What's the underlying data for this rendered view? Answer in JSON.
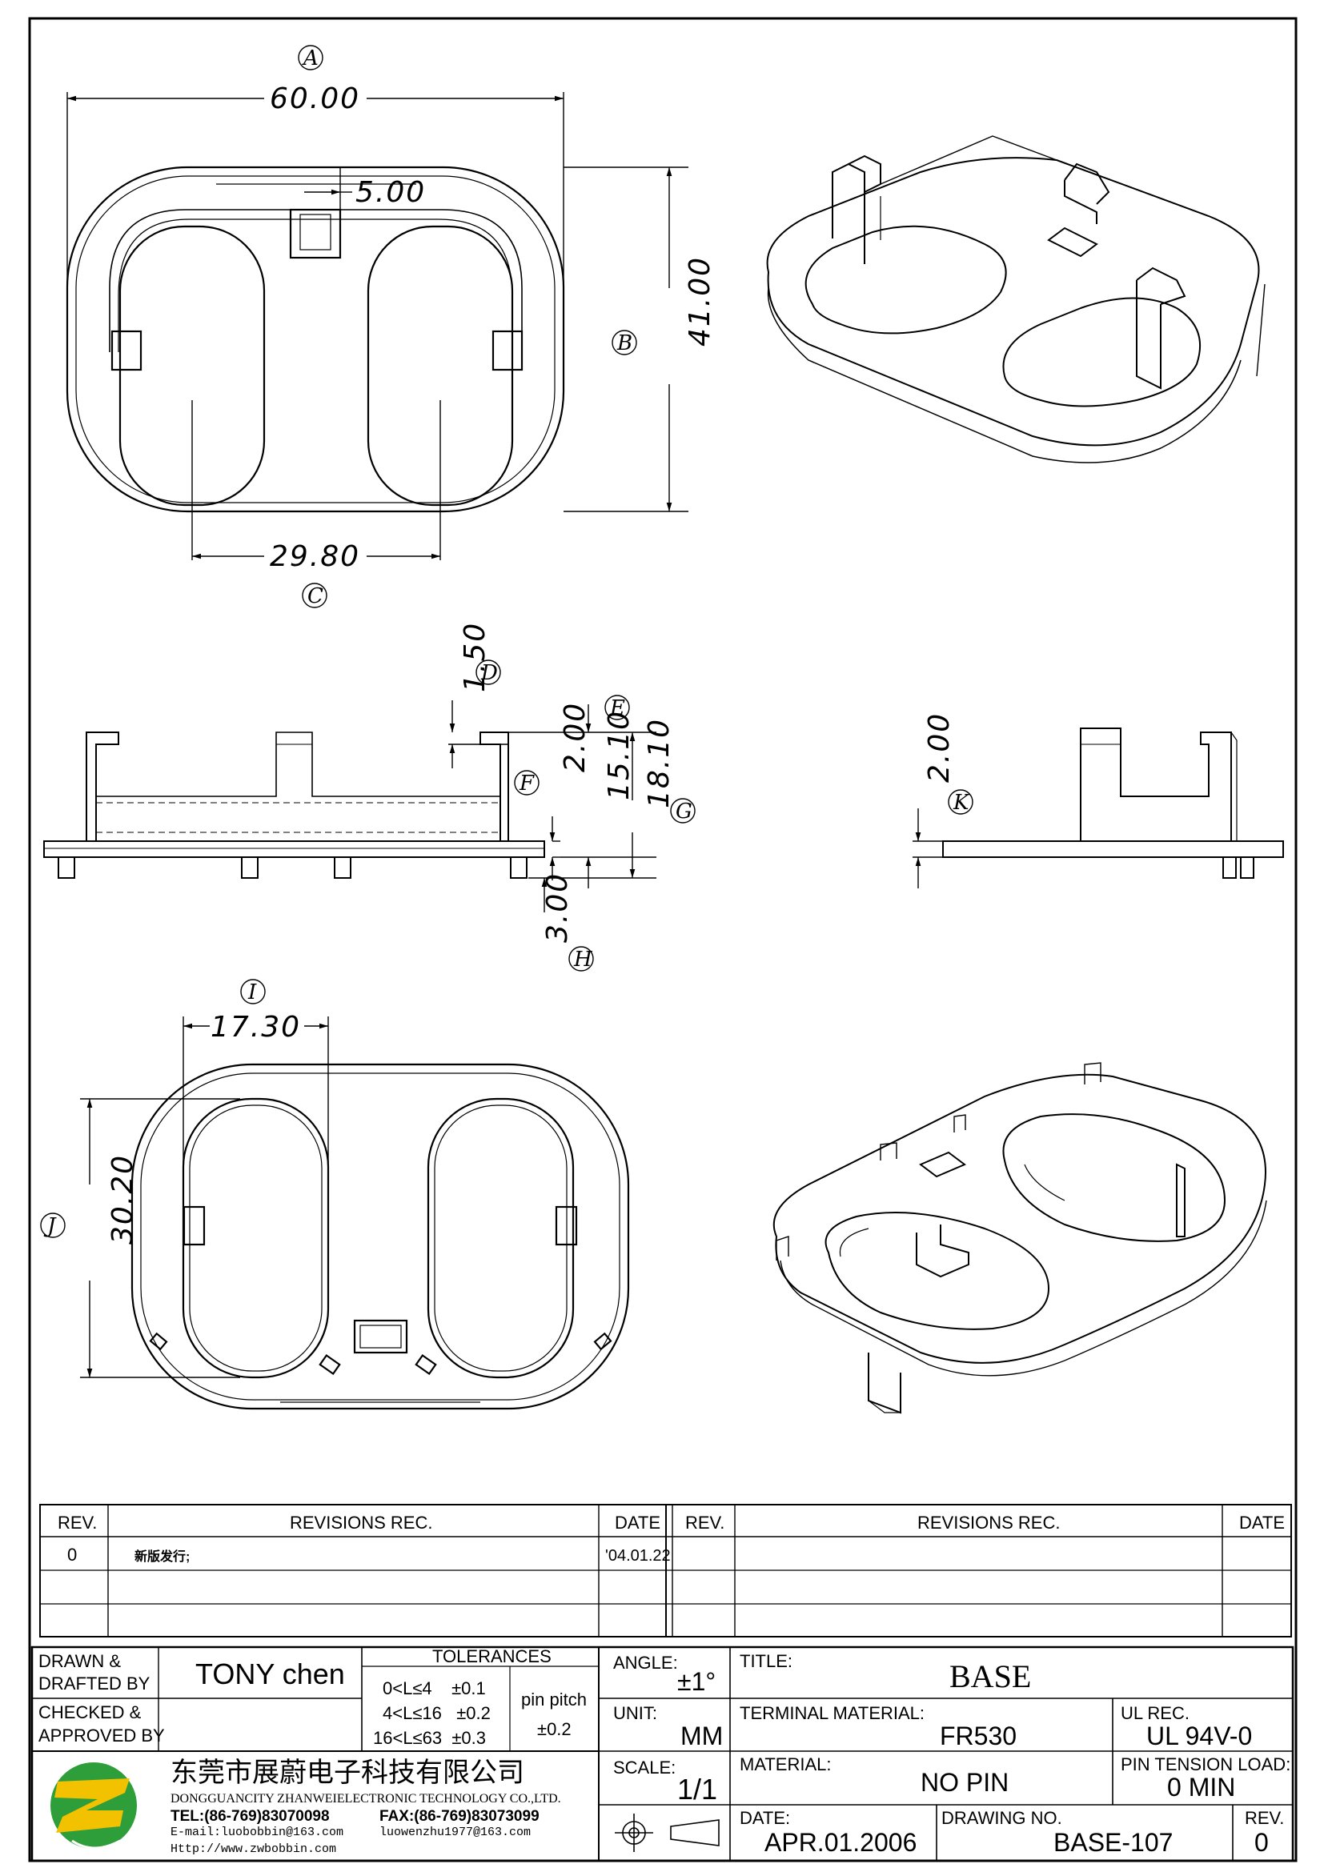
{
  "views": {
    "top": {
      "dim_a": "60.00",
      "dim_slot": "5.00",
      "dim_b": "41.00",
      "dim_c": "29.80"
    },
    "front": {
      "dim_d": "1.50",
      "dim_f": "2.00",
      "dim_e": "15.10",
      "dim_g": "18.10",
      "dim_h": "3.00"
    },
    "side": {
      "dim_k": "2.00"
    },
    "bottom": {
      "dim_i": "17.30",
      "dim_j": "30.20"
    },
    "callouts": [
      "A",
      "B",
      "C",
      "D",
      "E",
      "F",
      "G",
      "H",
      "I",
      "J",
      "K"
    ]
  },
  "revisions": {
    "headers": {
      "rev": "REV.",
      "rec": "REVISIONS    REC.",
      "date": "DATE"
    },
    "rows": [
      {
        "rev": "0",
        "rec": "新版发行;",
        "date": "'04.01.22"
      }
    ]
  },
  "title_block": {
    "drawn_label_1": "DRAWN &",
    "drawn_label_2": "DRAFTED BY",
    "drawn_value": "TONY chen",
    "checked_label_1": "CHECKED &",
    "checked_label_2": "APPROVED BY",
    "tolerances_label": "TOLERANCES",
    "tol_rows": [
      "0<L≤4    ±0.1",
      "4<L≤16   ±0.2",
      "16<L≤63  ±0.3"
    ],
    "pin_pitch_label": "pin pitch",
    "pin_pitch_value": "±0.2",
    "angle_label": "ANGLE:",
    "angle_value": "±1°",
    "unit_label": "UNIT:",
    "unit_value": "MM",
    "scale_label": "SCALE:",
    "scale_value": "1/1",
    "title_label": "TITLE:",
    "title_value": "BASE",
    "terminal_label": "TERMINAL MATERIAL:",
    "terminal_value": "FR530",
    "ul_label": "UL REC.",
    "ul_value": "UL 94V-0",
    "material_label": "MATERIAL:",
    "material_value": "NO PIN",
    "pin_tension_label": "PIN TENSION LOAD:",
    "pin_tension_value": "0 MIN",
    "date_label": "DATE:",
    "date_value": "APR.01.2006",
    "drawing_no_label": "DRAWING NO.",
    "drawing_no_value": "BASE-107",
    "rev_label": "REV.",
    "rev_value": "0"
  },
  "company": {
    "name_cn": "东莞市展蔚电子科技有限公司",
    "name_en": "DONGGUANCITY ZHANWEIELECTRONIC TECHNOLOGY CO.,LTD.",
    "tel": "TEL:(86-769)83070098",
    "fax": "FAX:(86-769)83073099",
    "email1": "E-mail:luobobbin@163.com",
    "email2": "luowenzhu1977@163.com",
    "web": "Http://www.zwbobbin.com"
  },
  "colors": {
    "logo_green": "#2e9e3a",
    "logo_yellow": "#f2c200",
    "ink": "#000000"
  }
}
